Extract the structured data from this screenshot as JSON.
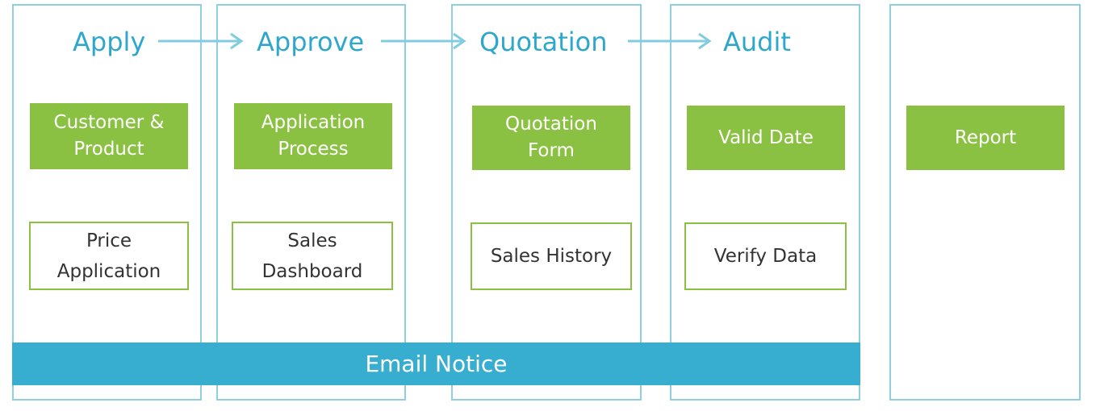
{
  "colors": {
    "column_border": "#8ecfe0",
    "title": "#2ea7cc",
    "arrow": "#82cce0",
    "green_box": "#8bc142",
    "email_bar": "#37adcf"
  },
  "stages": [
    {
      "title": "Apply",
      "module": "Customer &\nProduct",
      "sub": "Price\nApplication"
    },
    {
      "title": "Approve",
      "module": "Application\nProcess",
      "sub": "Sales\nDashboard"
    },
    {
      "title": "Quotation",
      "module": "Quotation\nForm",
      "sub": "Sales History"
    },
    {
      "title": "Audit",
      "module": "Valid Date",
      "sub": "Verify Data"
    }
  ],
  "report": {
    "module": "Report"
  },
  "email_notice": "Email Notice"
}
